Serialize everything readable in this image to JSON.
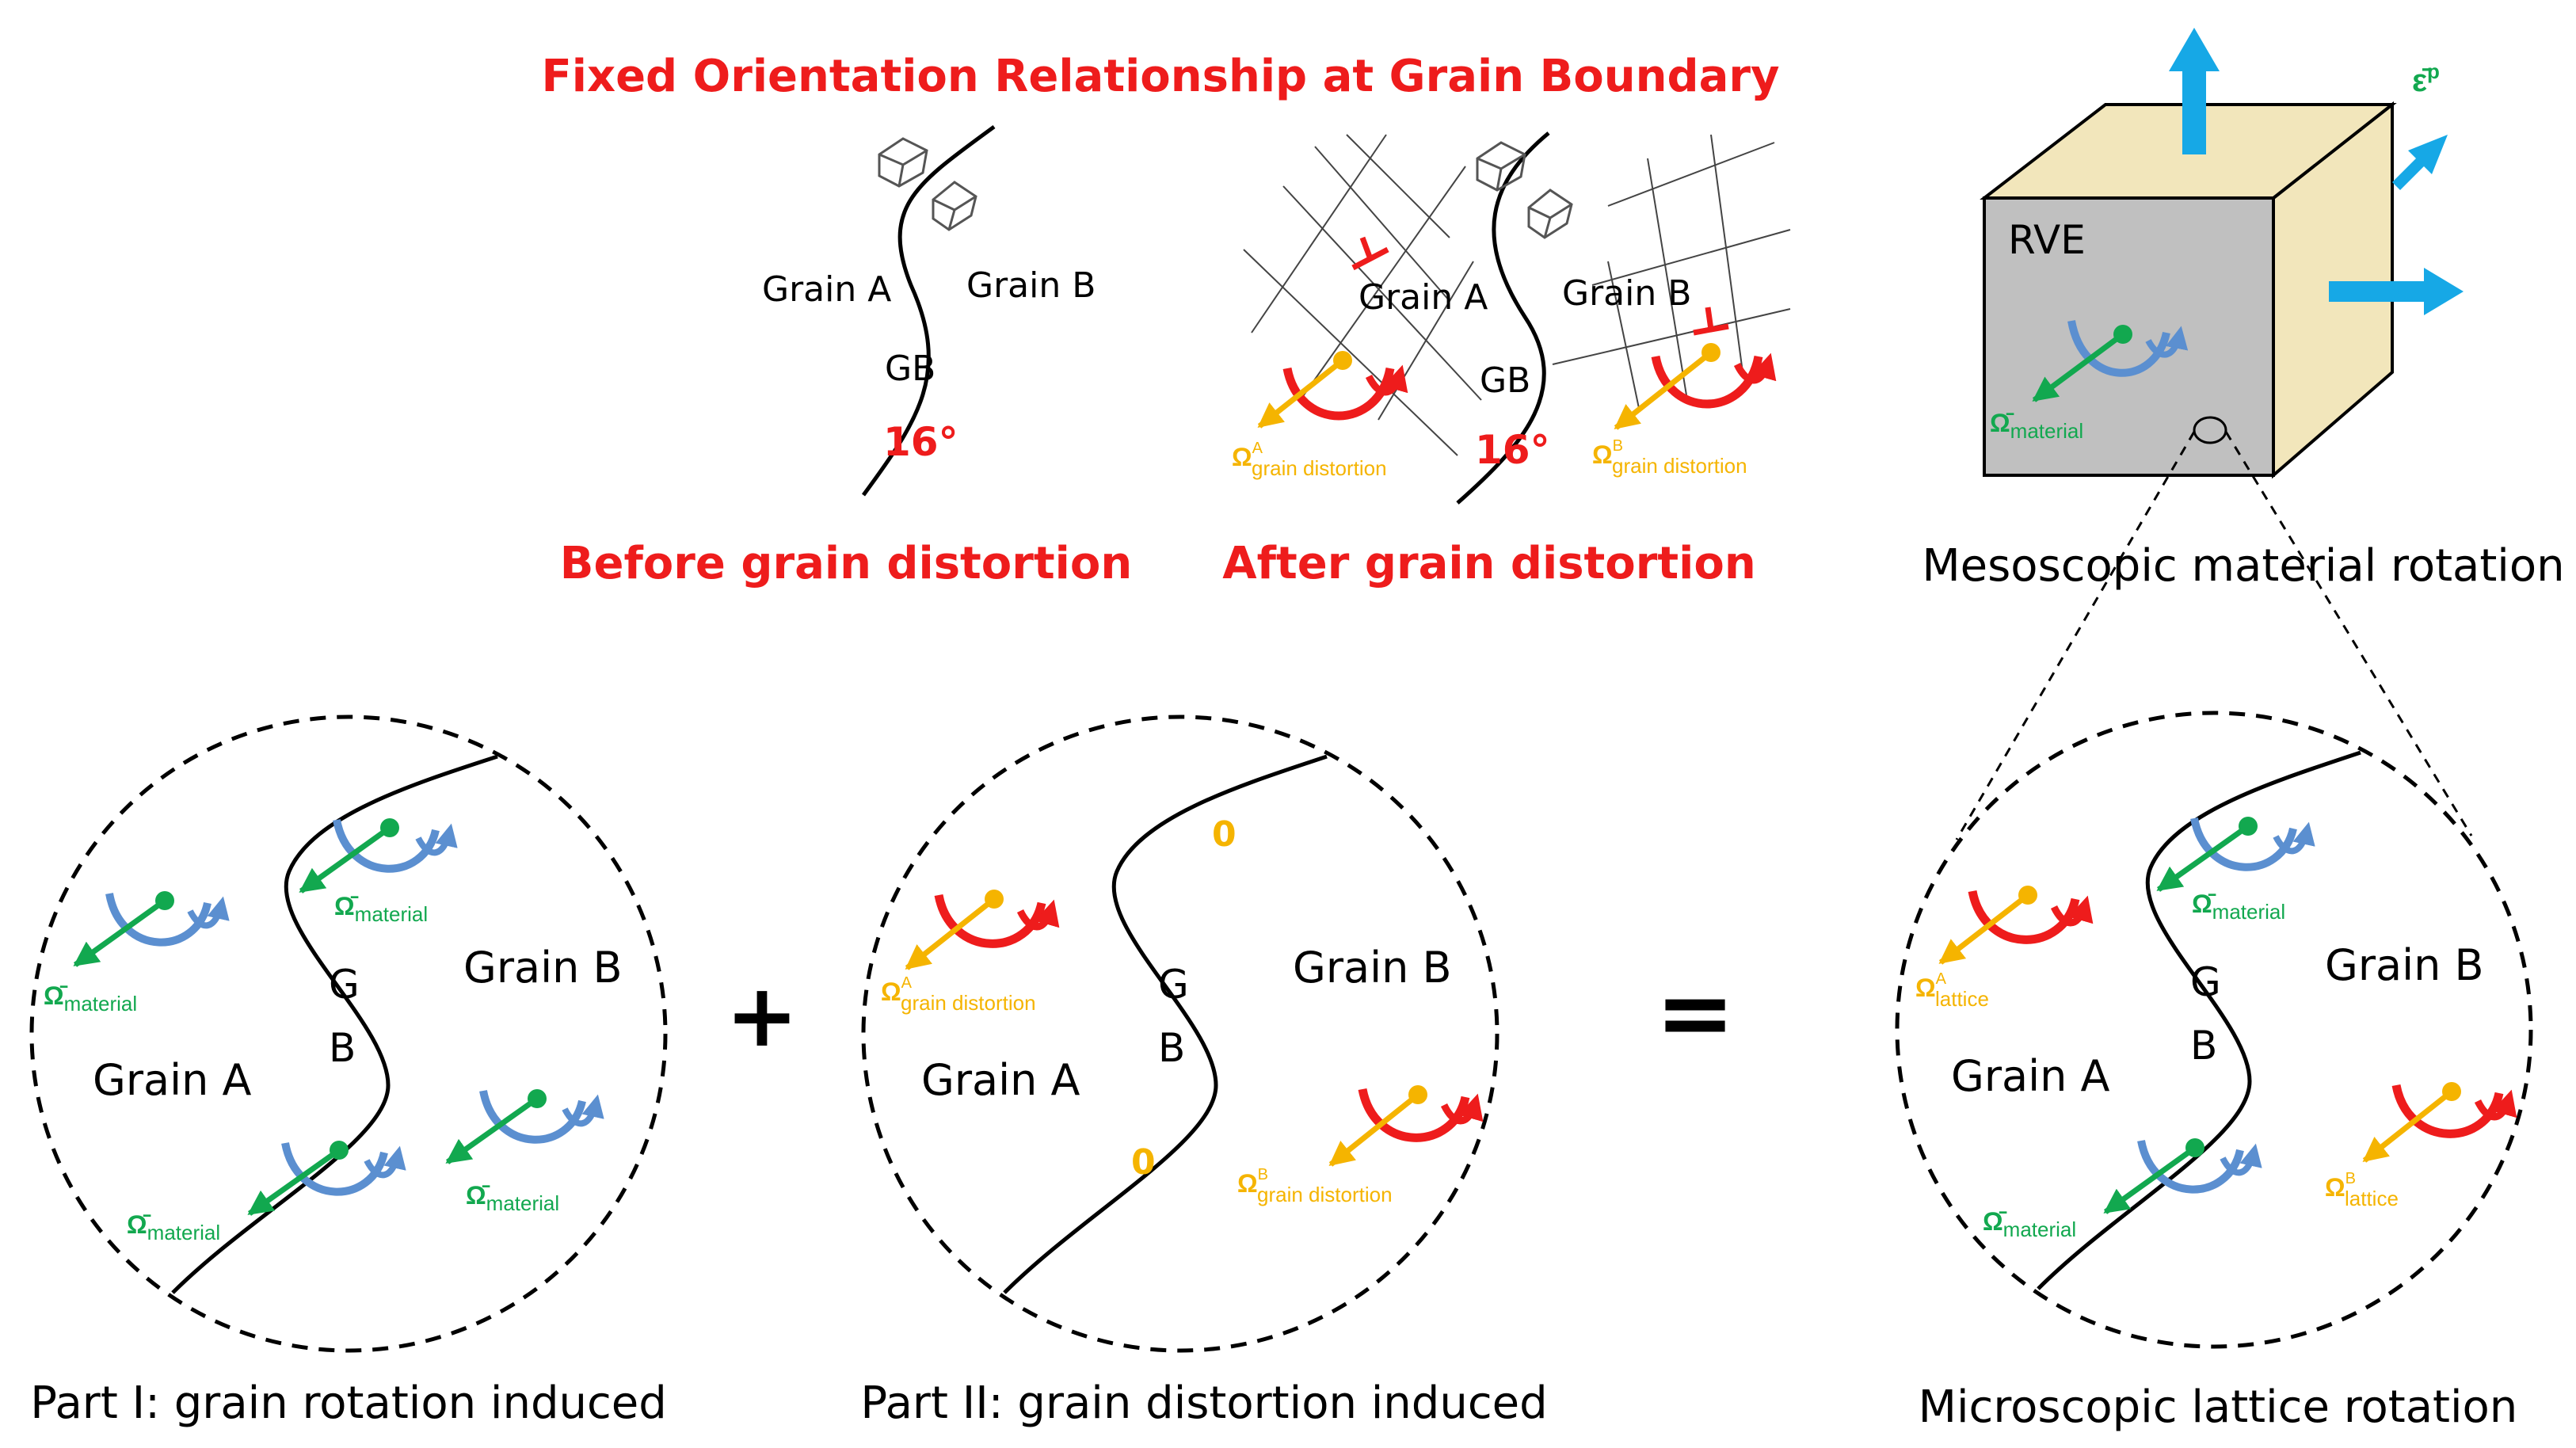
{
  "colors": {
    "red": "#ee1c1c",
    "orange": "#f5b400",
    "green": "#12a84f",
    "blue": "#5b8fd0",
    "cyan_arrow": "#16a8e6",
    "cube_front": "#c0c0c0",
    "cube_side": "#f2e6bb"
  },
  "top": {
    "title": "Fixed Orientation Relationship at Grain Boundary",
    "before": {
      "caption": "Before grain distortion",
      "grain_a": "Grain A",
      "grain_b": "Grain B",
      "gb": "GB",
      "angle": "16°"
    },
    "after": {
      "caption": "After grain distortion",
      "grain_a": "Grain A",
      "grain_b": "Grain B",
      "gb": "GB",
      "angle": "16°",
      "omega_sym": "Ω",
      "sup_a": "A",
      "sup_b": "B",
      "sub": "grain distortion"
    },
    "rve": {
      "label": "RVE",
      "caption": "Mesoscopic material rotation",
      "omega_sym": "Ω̄",
      "sub": "material",
      "strain_sym": "ε̄",
      "strain_sup": "p"
    }
  },
  "bottom": {
    "part1": {
      "caption": "Part I: grain rotation induced",
      "grain_a": "Grain A",
      "grain_b": "Grain B",
      "g": "G",
      "b": "B",
      "omega_sym": "Ω̄",
      "sub": "material"
    },
    "plus": "+",
    "part2": {
      "caption": "Part II: grain distortion induced",
      "grain_a": "Grain A",
      "grain_b": "Grain B",
      "g": "G",
      "b": "B",
      "zero": "0",
      "omega_sym": "Ω",
      "sup_a": "A",
      "sup_b": "B",
      "sub": "grain distortion"
    },
    "equals": "=",
    "part3": {
      "caption": "Microscopic lattice rotation",
      "grain_a": "Grain A",
      "grain_b": "Grain B",
      "g": "G",
      "b": "B",
      "omega_bar": "Ω̄",
      "omega_sym": "Ω",
      "sub_material": "material",
      "sub_lattice": "lattice",
      "sup_a": "A",
      "sup_b": "B"
    }
  }
}
